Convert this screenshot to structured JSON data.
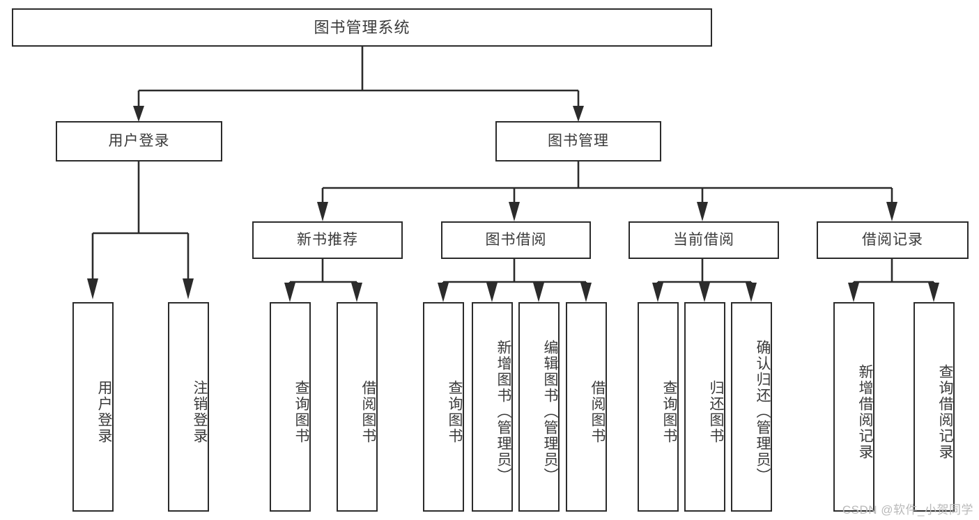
{
  "diagram": {
    "title": "图书管理系统",
    "type": "tree-hierarchy-diagram",
    "colors": {
      "box_border": "#2b2b2b",
      "box_fill": "#ffffff",
      "text": "#3a3a3a",
      "connector": "#2b2b2b",
      "watermark": "#b9b9b9",
      "background": "#ffffff"
    },
    "root": {
      "label": "图书管理系统"
    },
    "level2": [
      {
        "label": "用户登录"
      },
      {
        "label": "图书管理"
      }
    ],
    "level3": [
      {
        "label": "新书推荐"
      },
      {
        "label": "图书借阅"
      },
      {
        "label": "当前借阅"
      },
      {
        "label": "借阅记录"
      }
    ],
    "leaves": {
      "user_login": [
        {
          "label": "用户登录"
        },
        {
          "label": "注销登录"
        }
      ],
      "new_book_recommend": [
        {
          "label": "查询图书"
        },
        {
          "label": "借阅图书"
        }
      ],
      "book_borrow": [
        {
          "label": "查询图书"
        },
        {
          "label": "新增图书（管理员）"
        },
        {
          "label": "编辑图书（管理员）"
        },
        {
          "label": "借阅图书"
        }
      ],
      "current_borrow": [
        {
          "label": "查询图书"
        },
        {
          "label": "归还图书"
        },
        {
          "label": "确认归还（管理员）"
        }
      ],
      "borrow_record": [
        {
          "label": "新增借阅记录"
        },
        {
          "label": "查询借阅记录"
        }
      ]
    },
    "watermark": "CSDN @软件_小贺同学"
  }
}
